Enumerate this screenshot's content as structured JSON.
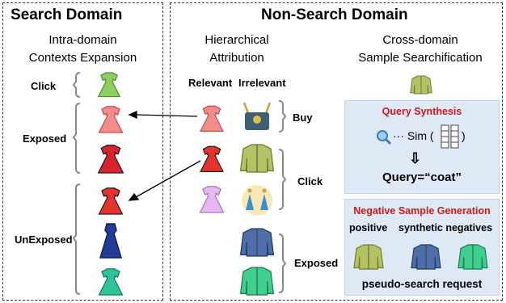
{
  "search_domain": {
    "title": "Search Domain",
    "subtitle_line1": "Intra-domain",
    "subtitle_line2": "Contexts Expansion",
    "labels": {
      "click": "Click",
      "exposed": "Exposed",
      "unexposed": "UnExposed"
    }
  },
  "non_search_domain": {
    "title": "Non-Search Domain",
    "hier": {
      "line1": "Hierarchical",
      "line2": "Attribution",
      "relevant": "Relevant",
      "irrelevant": "Irrelevant",
      "buy": "Buy",
      "click": "Click",
      "exposed": "Exposed"
    },
    "cross": {
      "line1": "Cross-domain",
      "line2": "Sample Searchification",
      "query_synthesis_title": "Query Synthesis",
      "sim_text": "··· Sim (",
      "close_paren": ")",
      "arrow": "⇩",
      "query": "Query=“coat”",
      "neg_title": "Negative Sample Generation",
      "positive": "positive",
      "synthetic": "synthetic negatives",
      "pseudo": "pseudo-search request"
    }
  },
  "icons": [
    "green-dress-icon",
    "pink-dress-icon",
    "red-dress-icon",
    "red-bow-dress-icon",
    "navy-gown-icon",
    "teal-dress-icon",
    "pink-tutu-icon",
    "necklace-icon",
    "earrings-icon",
    "jacket-icon",
    "denim-jacket-icon",
    "green-jacket-icon",
    "search-icon"
  ],
  "colors": {
    "panel_fill": "#dfe9f6",
    "title_red": "#d01818"
  }
}
